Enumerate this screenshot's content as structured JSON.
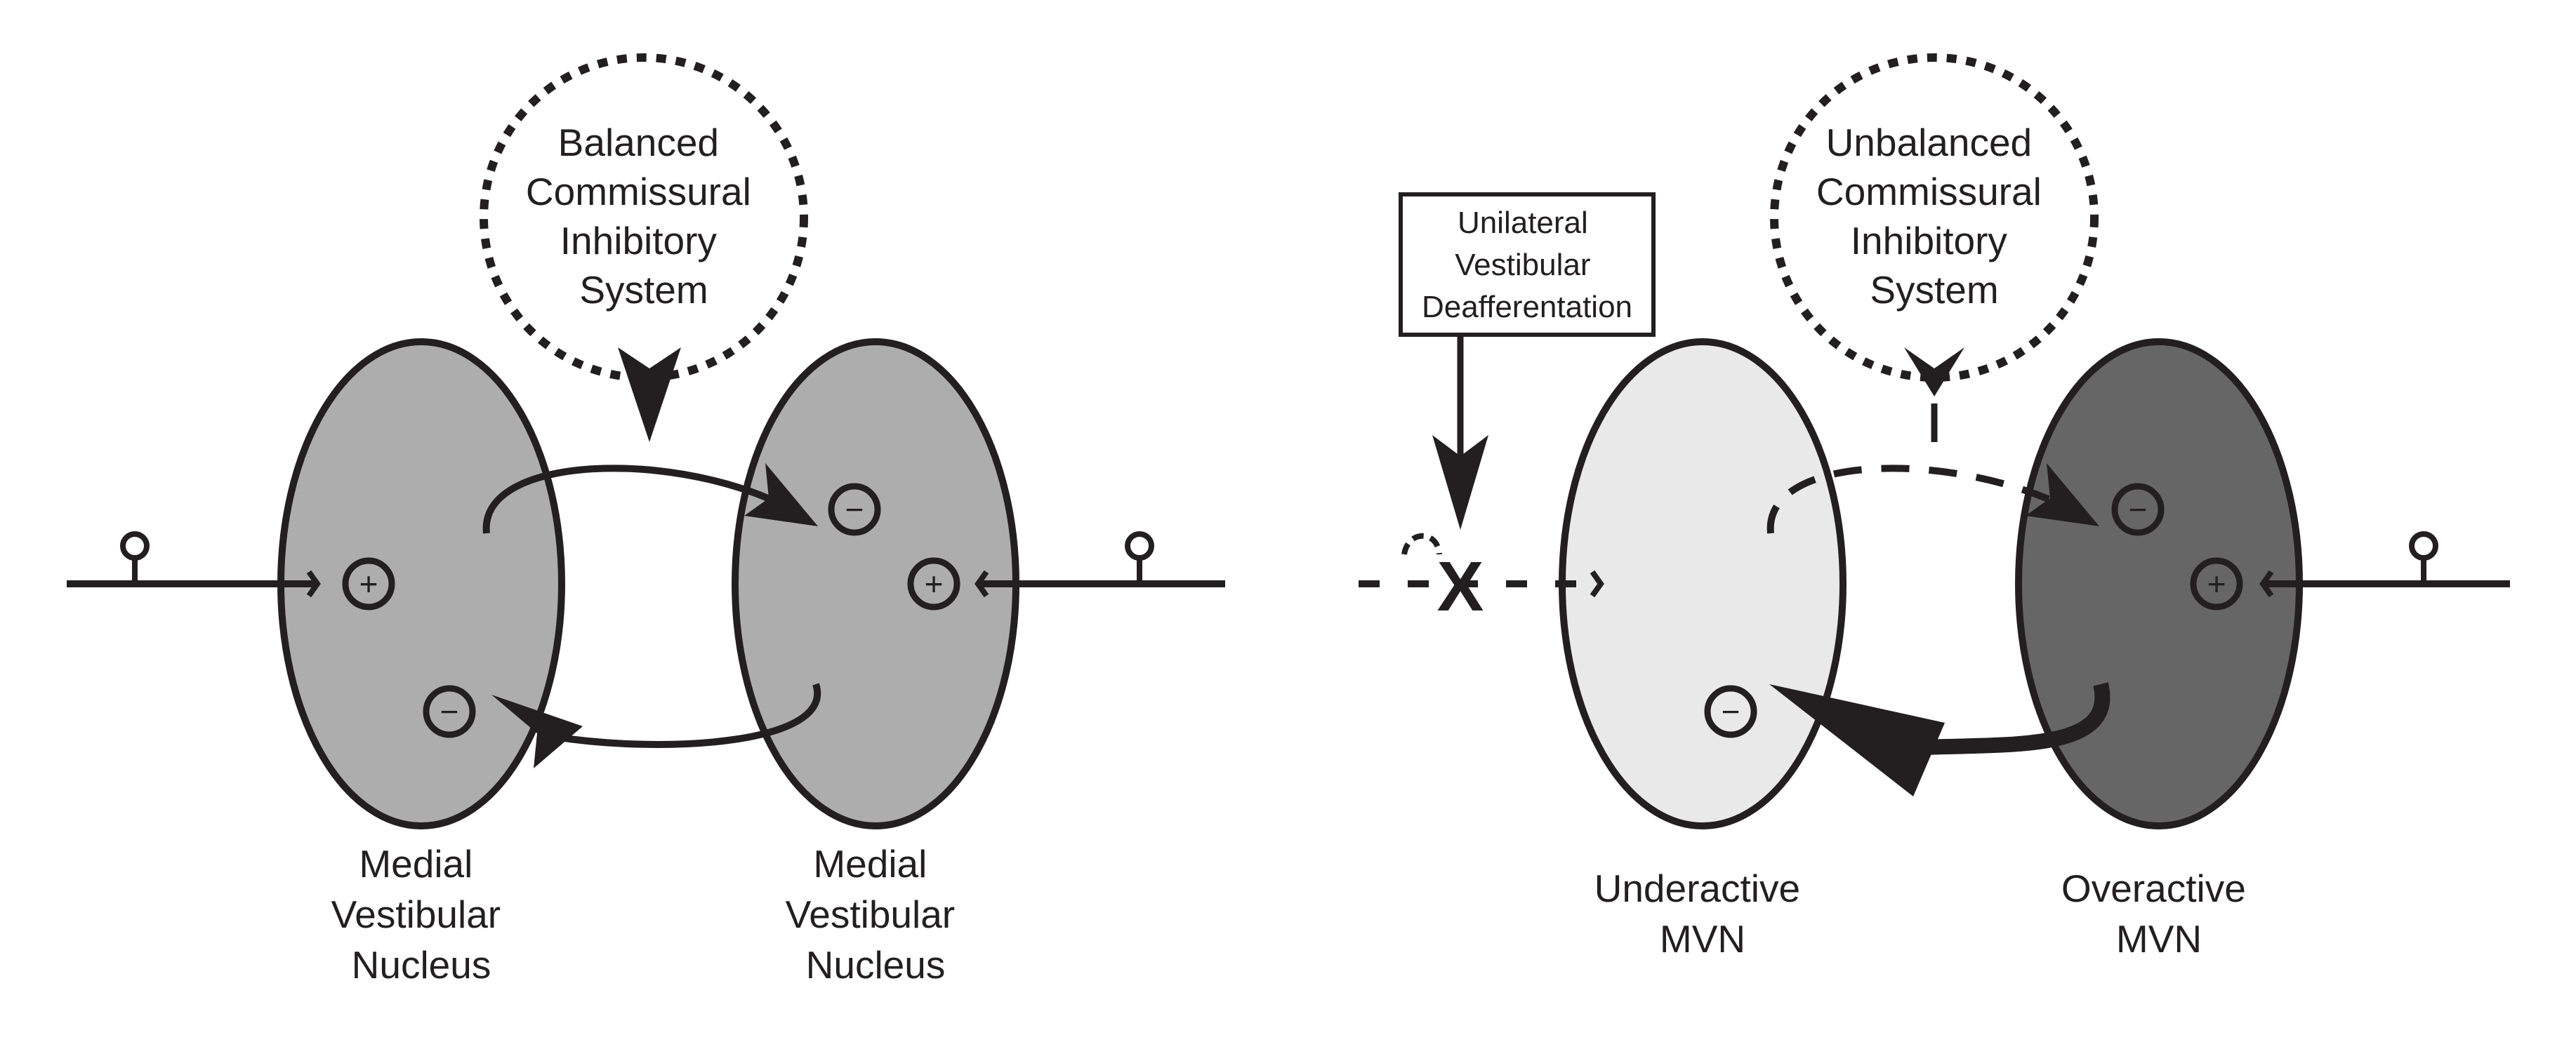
{
  "left_panel": {
    "system_label": [
      "Balanced",
      "Commissural",
      "Inhibitory",
      "System"
    ],
    "left_nucleus_label": [
      "Medial",
      "Vestibular",
      "Nucleus"
    ],
    "right_nucleus_label": [
      "Medial",
      "Vestibular",
      "Nucleus"
    ],
    "nucleus_fill": "#adadad"
  },
  "right_panel": {
    "system_label": [
      "Unbalanced",
      "Commissural",
      "Inhibitory",
      "System"
    ],
    "lesion_box_label": [
      "Unilateral",
      "Vestibular",
      "Deafferentation"
    ],
    "lesion_mark": "X",
    "left_nucleus_label": [
      "Underactive",
      "MVN"
    ],
    "right_nucleus_label": [
      "Overactive",
      "MVN"
    ],
    "underactive_fill": "#e9e9e9",
    "overactive_fill": "#666666"
  },
  "signs": {
    "excitatory": "+",
    "inhibitory": "−"
  },
  "colors": {
    "ink": "#231f20",
    "background": "#ffffff"
  }
}
